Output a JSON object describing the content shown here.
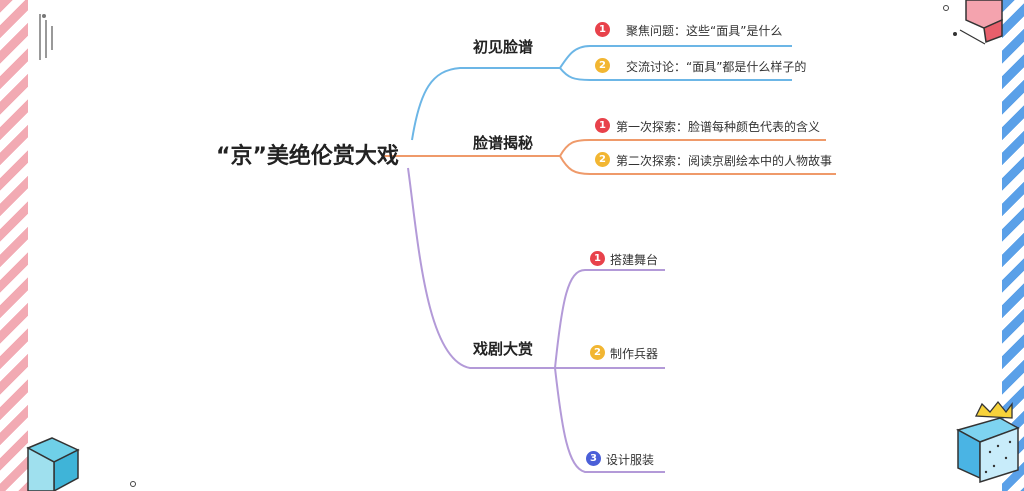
{
  "mindmap": {
    "root": {
      "label": "“京”美绝伦赏大戏"
    },
    "branches": [
      {
        "label": "初见脸谱",
        "color": "#6cb6e6",
        "items": [
          {
            "num": "1",
            "label": "聚焦问题：这些“面具”是什么"
          },
          {
            "num": "2",
            "label": "交流讨论：“面具”都是什么样子的"
          }
        ]
      },
      {
        "label": "脸谱揭秘",
        "color": "#ef9a6a",
        "items": [
          {
            "num": "1",
            "label": "第一次探索：脸谱每种颜色代表的含义"
          },
          {
            "num": "2",
            "label": "第二次探索：阅读京剧绘本中的人物故事"
          }
        ]
      },
      {
        "label": "戏剧大赏",
        "color": "#b39ad8",
        "items": [
          {
            "num": "1",
            "label": "搭建舞台"
          },
          {
            "num": "2",
            "label": "制作兵器"
          },
          {
            "num": "3",
            "label": "设计服装"
          }
        ]
      }
    ]
  },
  "colors": {
    "badge_red": "#e8424b",
    "badge_yellow": "#f2b632",
    "badge_blue": "#4a5fd8"
  }
}
